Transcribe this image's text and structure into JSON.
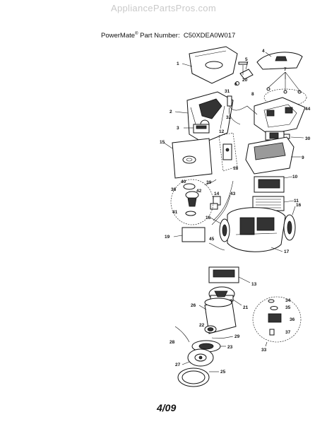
{
  "watermark": "AppliancePartsPros.com",
  "header": {
    "brand": "PowerMate",
    "registered_mark": "®",
    "part_number_label": "Part Number:",
    "part_number": "C50XDEA0W017"
  },
  "page_number": "4/09",
  "callouts": [
    "1",
    "2",
    "3",
    "4",
    "5",
    "6",
    "7",
    "8",
    "9",
    "10",
    "11",
    "12",
    "13",
    "14",
    "15",
    "16",
    "16",
    "17",
    "18",
    "19",
    "20",
    "21",
    "22",
    "23",
    "25",
    "26",
    "27",
    "28",
    "29",
    "30",
    "31",
    "32",
    "33",
    "34",
    "35",
    "36",
    "37",
    "38",
    "39",
    "40",
    "41",
    "42",
    "43",
    "44",
    "45"
  ]
}
